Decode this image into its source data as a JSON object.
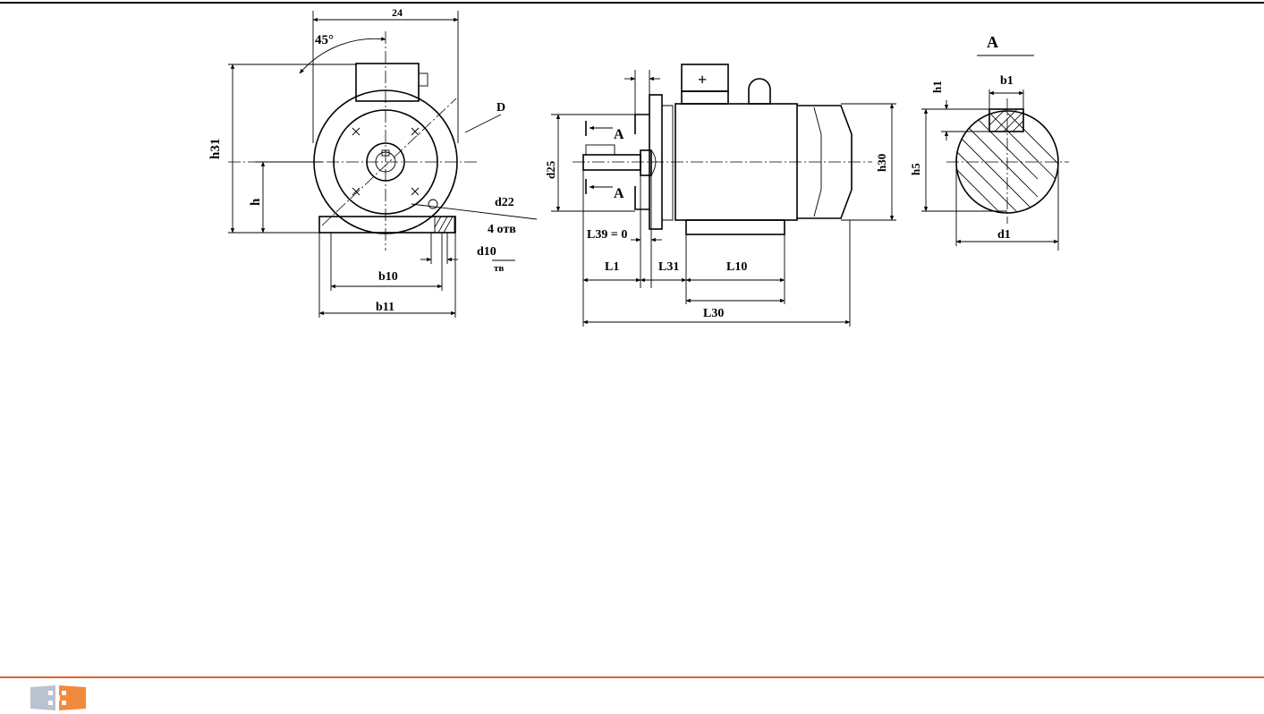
{
  "drawing": {
    "front_view": {
      "angle": "45°",
      "dims": {
        "l24": "24",
        "h31": "h31",
        "h": "h",
        "b10": "b10",
        "b11": "b11",
        "d22": "d22",
        "d10": "d10",
        "holes_count": "4 отв",
        "holes_unit": "тв",
        "d20": "D"
      }
    },
    "side_view": {
      "terminal_mark": "+",
      "section_mark_top": "A",
      "section_mark_bottom": "A",
      "dims": {
        "d25": "d25",
        "h30": "h30",
        "l39": "L39 = 0",
        "l1": "L1",
        "l31": "L31",
        "l10": "L10",
        "l30": "L30"
      }
    },
    "section_view": {
      "title": "A",
      "dims": {
        "h1": "h1",
        "b1": "b1",
        "h5": "h5",
        "d1": "d1"
      }
    }
  },
  "colors": {
    "line": "#000000",
    "accent_rule": "#e0622a",
    "logo_left": "#b9c3cf",
    "logo_right": "#f08a3c"
  },
  "footer": {
    "logo_icon": "company-logo-icon"
  }
}
